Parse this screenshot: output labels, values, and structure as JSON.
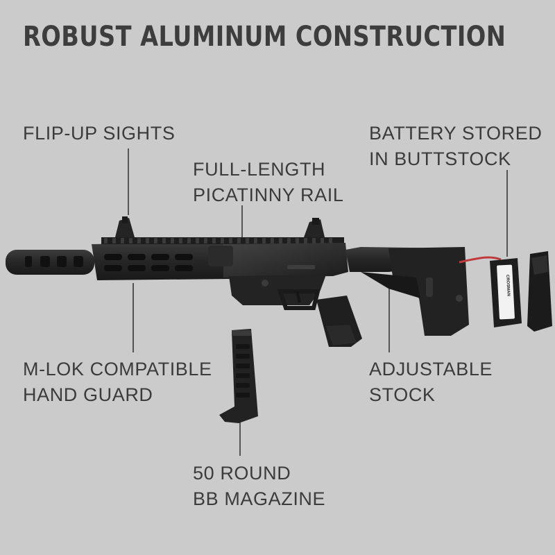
{
  "headline": "ROBUST ALUMINUM CONSTRUCTION",
  "callouts": {
    "sights": [
      "FLIP-UP SIGHTS"
    ],
    "rail": [
      "FULL-LENGTH",
      "PICATINNY RAIL"
    ],
    "battery": [
      "BATTERY STORED",
      "IN BUTTSTOCK"
    ],
    "handguard": [
      "M-LOK COMPATIBLE",
      "HAND GUARD"
    ],
    "stock": [
      "ADJUSTABLE",
      "STOCK"
    ],
    "magazine": [
      "50 ROUND",
      "BB MAGAZINE"
    ]
  },
  "battery_brand": "CROSMAN",
  "colors": {
    "background": "#cbcbcb",
    "text": "#3b3b3b",
    "product_dark": "#2a2a2a",
    "wire_red": "#c0393b"
  }
}
